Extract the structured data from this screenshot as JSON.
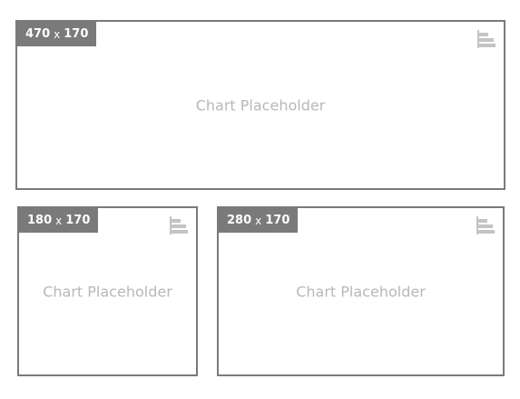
{
  "placeholders": [
    {
      "id": "top",
      "width_label": "470",
      "times": "x",
      "height_label": "170",
      "label": "Chart Placeholder",
      "icon": "bar-chart-icon"
    },
    {
      "id": "bottom-left",
      "width_label": "180",
      "times": "x",
      "height_label": "170",
      "label": "Chart Placeholder",
      "icon": "bar-chart-icon"
    },
    {
      "id": "bottom-right",
      "width_label": "280",
      "times": "x",
      "height_label": "170",
      "label": "Chart Placeholder",
      "icon": "bar-chart-icon"
    }
  ],
  "colors": {
    "border": "#7a7a7a",
    "badge_bg": "#7a7a7a",
    "badge_text": "#ffffff",
    "label_text": "#b8b8b8",
    "icon": "#c4c4c4"
  }
}
